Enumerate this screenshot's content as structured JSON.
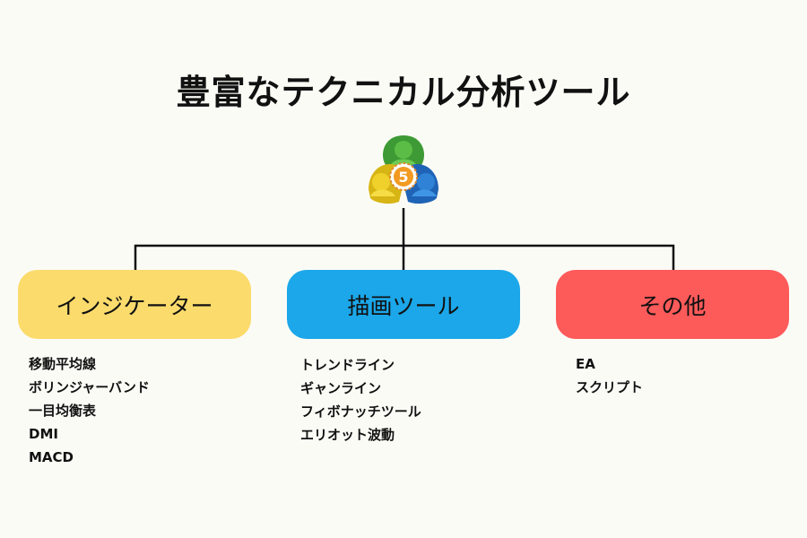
{
  "title": "豊富なテクニカル分析ツール",
  "logo": {
    "icon": "metatrader5-logo-icon",
    "badge": "5"
  },
  "categories": [
    {
      "label": "インジケーター",
      "color": "#fbdb6c",
      "items": [
        "移動平均線",
        "ボリンジャーバンド",
        "一目均衡表",
        "DMI",
        "MACD"
      ]
    },
    {
      "label": "描画ツール",
      "color": "#1ba7e9",
      "items": [
        "トレンドライン",
        "ギャンライン",
        "フィボナッチツール",
        "エリオット波動"
      ]
    },
    {
      "label": "その他",
      "color": "#fd5a5a",
      "items": [
        "EA",
        "スクリプト"
      ]
    }
  ]
}
